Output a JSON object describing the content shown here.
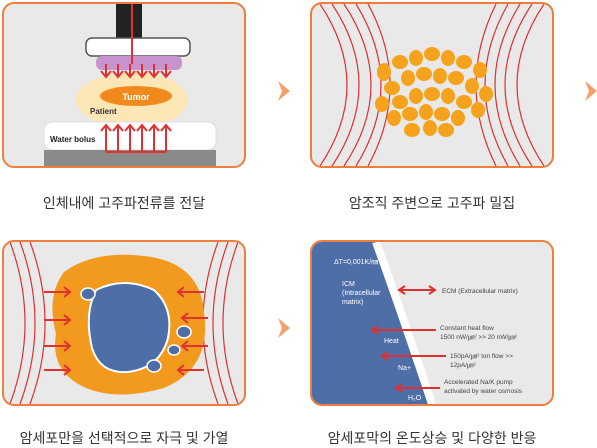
{
  "panels": [
    {
      "caption": "인체내에 고주파전류를 전달",
      "labels": {
        "tumor": "Tumor",
        "patient": "Patient",
        "water_bolus": "Water bolus"
      }
    },
    {
      "caption": "암조직 주변으로 고주파 밀집"
    },
    {
      "caption": "암세포만을 선택적으로 자극 및 가열"
    },
    {
      "caption": "암세포막의 온도상승 및 다양한 반응",
      "labels": {
        "delta_t": "ΔT=0,001K/㎚",
        "icm_1": "ICM",
        "icm_2": "(Intracellular",
        "icm_3": "matrix)",
        "ecm": "ECM (Extracellular matrix)",
        "heat_flow_1": "Constant heat flow",
        "heat_flow_2": "1500 nW/㎛² >> 20 nW/㎛²",
        "heat": "Heat",
        "ion_flow_1": "150pA/㎛² Ion flow >>",
        "ion_flow_2": "12pA/㎛²",
        "na": "Na+",
        "pump_1": "Accelerated Na/K pump",
        "pump_2": "activated by water osmosis",
        "h2o": "H₂O"
      }
    }
  ],
  "colors": {
    "accent": "#f07d3a",
    "tumor": "#f08a1c",
    "cell_blue": "#4e6ea8",
    "arrow_red": "#e03030",
    "panel_bg": "#e9e9e9"
  }
}
